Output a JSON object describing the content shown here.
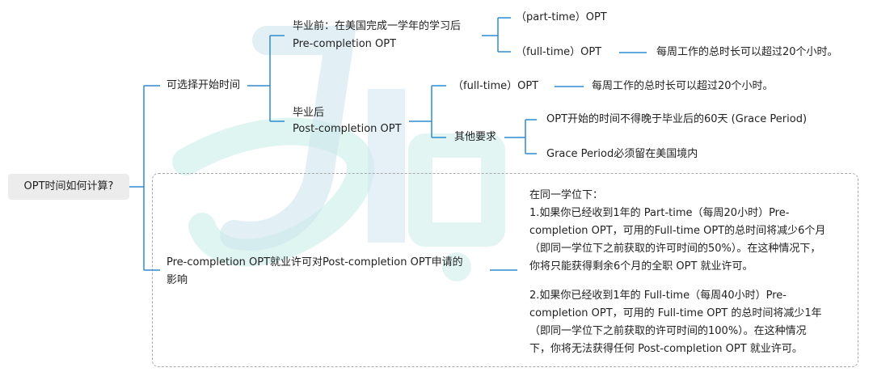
{
  "colors": {
    "connector": "#2e8bd0",
    "watermark_blue": "#cfe6ef",
    "watermark_teal": "#c5ece6",
    "root_bg": "#ececec",
    "dashed_border": "#a9a9a9"
  },
  "watermark": {
    "icon": "brand-logo-watermark"
  },
  "root": {
    "label": "OPT时间如何计算?"
  },
  "branch_start": {
    "label": "可选择开始时间",
    "pre": {
      "line1": "毕业前：在美国完成一学年的学习后",
      "line2": "Pre-completion OPT",
      "part_time": "（part-time）OPT",
      "full_time": "（full-time）OPT",
      "full_time_note": "每周工作的总时长可以超过20个小时。"
    },
    "post": {
      "line1": "毕业后",
      "line2": "Post-completion OPT",
      "full_time": "（full-time）OPT",
      "full_time_note": "每周工作的总时长可以超过20个小时。",
      "other": {
        "label": "其他要求",
        "req1": "OPT开始的时间不得晚于毕业后的60天 (Grace Period)",
        "req2": "Grace Period必须留在美国境内"
      }
    }
  },
  "branch_impact": {
    "label_line1": "Pre-completion OPT就业许可对Post-completion OPT申请的",
    "label_line2": "影响",
    "lines": [
      "在同一学位下：",
      "1.如果你已经收到1年的 Part-time（每周20小时）Pre-",
      "completion OPT，可用的Full-time OPT的总时间将减少6个月",
      "（即同一学位下之前获取的许可时间的50%）。在这种情况下，",
      "你将只能获得剩余6个月的全职 OPT 就业许可。",
      "",
      "2.如果你已经收到1年的 Full-time（每周40小时）Pre-",
      "completion OPT，可用的 Full-time OPT 的总时间将减少1年",
      "（即同一学位下之前获取的许可时间的100%）。在这种情况",
      "下，你将无法获得任何 Post-completion OPT 就业许可。"
    ]
  }
}
